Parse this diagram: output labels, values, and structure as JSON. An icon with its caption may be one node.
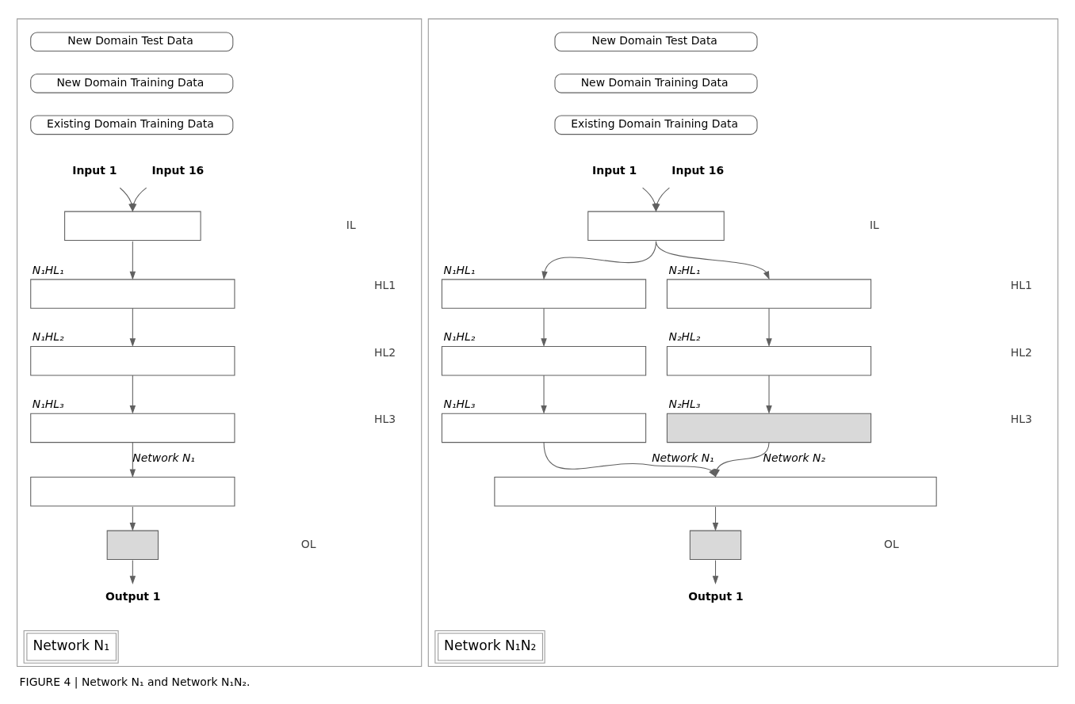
{
  "diagram": {
    "caption": "FIGURE 4 | Network N₁ and Network N₁N₂.",
    "nodes": [
      {
        "text": [
          "Network N₁"
        ]
      },
      {
        "text": [
          "New Domain Test Data"
        ],
        "in": 0
      },
      {
        "text": [
          "New Domain Training Data"
        ],
        "in": 0
      },
      {
        "text": [
          "Existing Domain Training Data"
        ],
        "in": 0
      },
      {
        "text": [
          "Input 1"
        ],
        "in": 0
      },
      {
        "text": [
          "Input 16"
        ],
        "in": 0
      },
      {
        "text": [],
        "shape": "box",
        "in": 0
      },
      {
        "text": [],
        "shape": "box",
        "in": 0,
        "beside": [
          "N₁HL₁"
        ]
      },
      {
        "text": [],
        "shape": "box",
        "in": 0,
        "beside": [
          "N₁HL₂"
        ]
      },
      {
        "text": [],
        "shape": "box",
        "in": 0,
        "beside": [
          "N₁HL₃"
        ]
      },
      {
        "text": [],
        "shape": "box",
        "in": 0
      },
      {
        "text": [],
        "shape": "box",
        "in": 0
      },
      {
        "text": [
          "Output 1"
        ],
        "in": 0
      },
      {
        "text": [
          "Network N₁N₂"
        ]
      },
      {
        "text": [
          "New Domain Test Data"
        ],
        "in": 13
      },
      {
        "text": [
          "New Domain Training Data"
        ],
        "in": 13
      },
      {
        "text": [
          "Existing Domain Training Data"
        ],
        "in": 13
      },
      {
        "text": [
          "Input 1"
        ],
        "in": 13
      },
      {
        "text": [
          "Input 16"
        ],
        "in": 13
      },
      {
        "text": [],
        "shape": "box",
        "in": 13
      },
      {
        "text": [],
        "shape": "box",
        "in": 13,
        "beside": [
          "N₁HL₁"
        ]
      },
      {
        "text": [],
        "shape": "box",
        "in": 13,
        "beside": [
          "N₂HL₁"
        ]
      },
      {
        "text": [],
        "shape": "box",
        "in": 13,
        "beside": [
          "N₁HL₂"
        ]
      },
      {
        "text": [],
        "shape": "box",
        "in": 13,
        "beside": [
          "N₂HL₂"
        ]
      },
      {
        "text": [],
        "shape": "box",
        "in": 13,
        "beside": [
          "N₁HL₃"
        ]
      },
      {
        "text": [],
        "shape": "box",
        "in": 13,
        "beside": [
          "N₂HL₃"
        ]
      },
      {
        "text": [],
        "shape": "box",
        "in": 13
      },
      {
        "text": [],
        "shape": "box",
        "in": 13
      },
      {
        "text": [
          "Output 1"
        ],
        "in": 13
      }
    ],
    "edges": [
      {
        "from": 4,
        "to": 6,
        "arrow": "to"
      },
      {
        "from": 5,
        "to": 6,
        "arrow": "to"
      },
      {
        "from": 6,
        "to": 7,
        "arrow": "to"
      },
      {
        "from": 7,
        "to": 8,
        "arrow": "to"
      },
      {
        "from": 8,
        "to": 9,
        "arrow": "to"
      },
      {
        "from": 9,
        "to": 10,
        "arrow": "to",
        "label": "Network N₁"
      },
      {
        "from": 10,
        "to": 11,
        "arrow": "to"
      },
      {
        "from": 11,
        "to": 12,
        "arrow": "to"
      },
      {
        "from": 17,
        "to": 19,
        "arrow": "to"
      },
      {
        "from": 18,
        "to": 19,
        "arrow": "to"
      },
      {
        "from": 19,
        "to": 20,
        "arrow": "to"
      },
      {
        "from": 19,
        "to": 21,
        "arrow": "to"
      },
      {
        "from": 20,
        "to": 22,
        "arrow": "to"
      },
      {
        "from": 21,
        "to": 23,
        "arrow": "to"
      },
      {
        "from": 22,
        "to": 24,
        "arrow": "to"
      },
      {
        "from": 23,
        "to": 25,
        "arrow": "to"
      },
      {
        "from": 24,
        "to": 26,
        "arrow": "to",
        "label": "Network N₁"
      },
      {
        "from": 25,
        "to": 26,
        "arrow": "to",
        "label": "Network N₂"
      },
      {
        "from": 26,
        "to": 27,
        "arrow": "to"
      },
      {
        "from": 27,
        "to": 28,
        "arrow": "to"
      }
    ],
    "labels": [
      "IL",
      "HL1",
      "HL2",
      "HL3",
      "OL",
      "IL",
      "HL1",
      "HL2",
      "HL3",
      "OL"
    ]
  }
}
